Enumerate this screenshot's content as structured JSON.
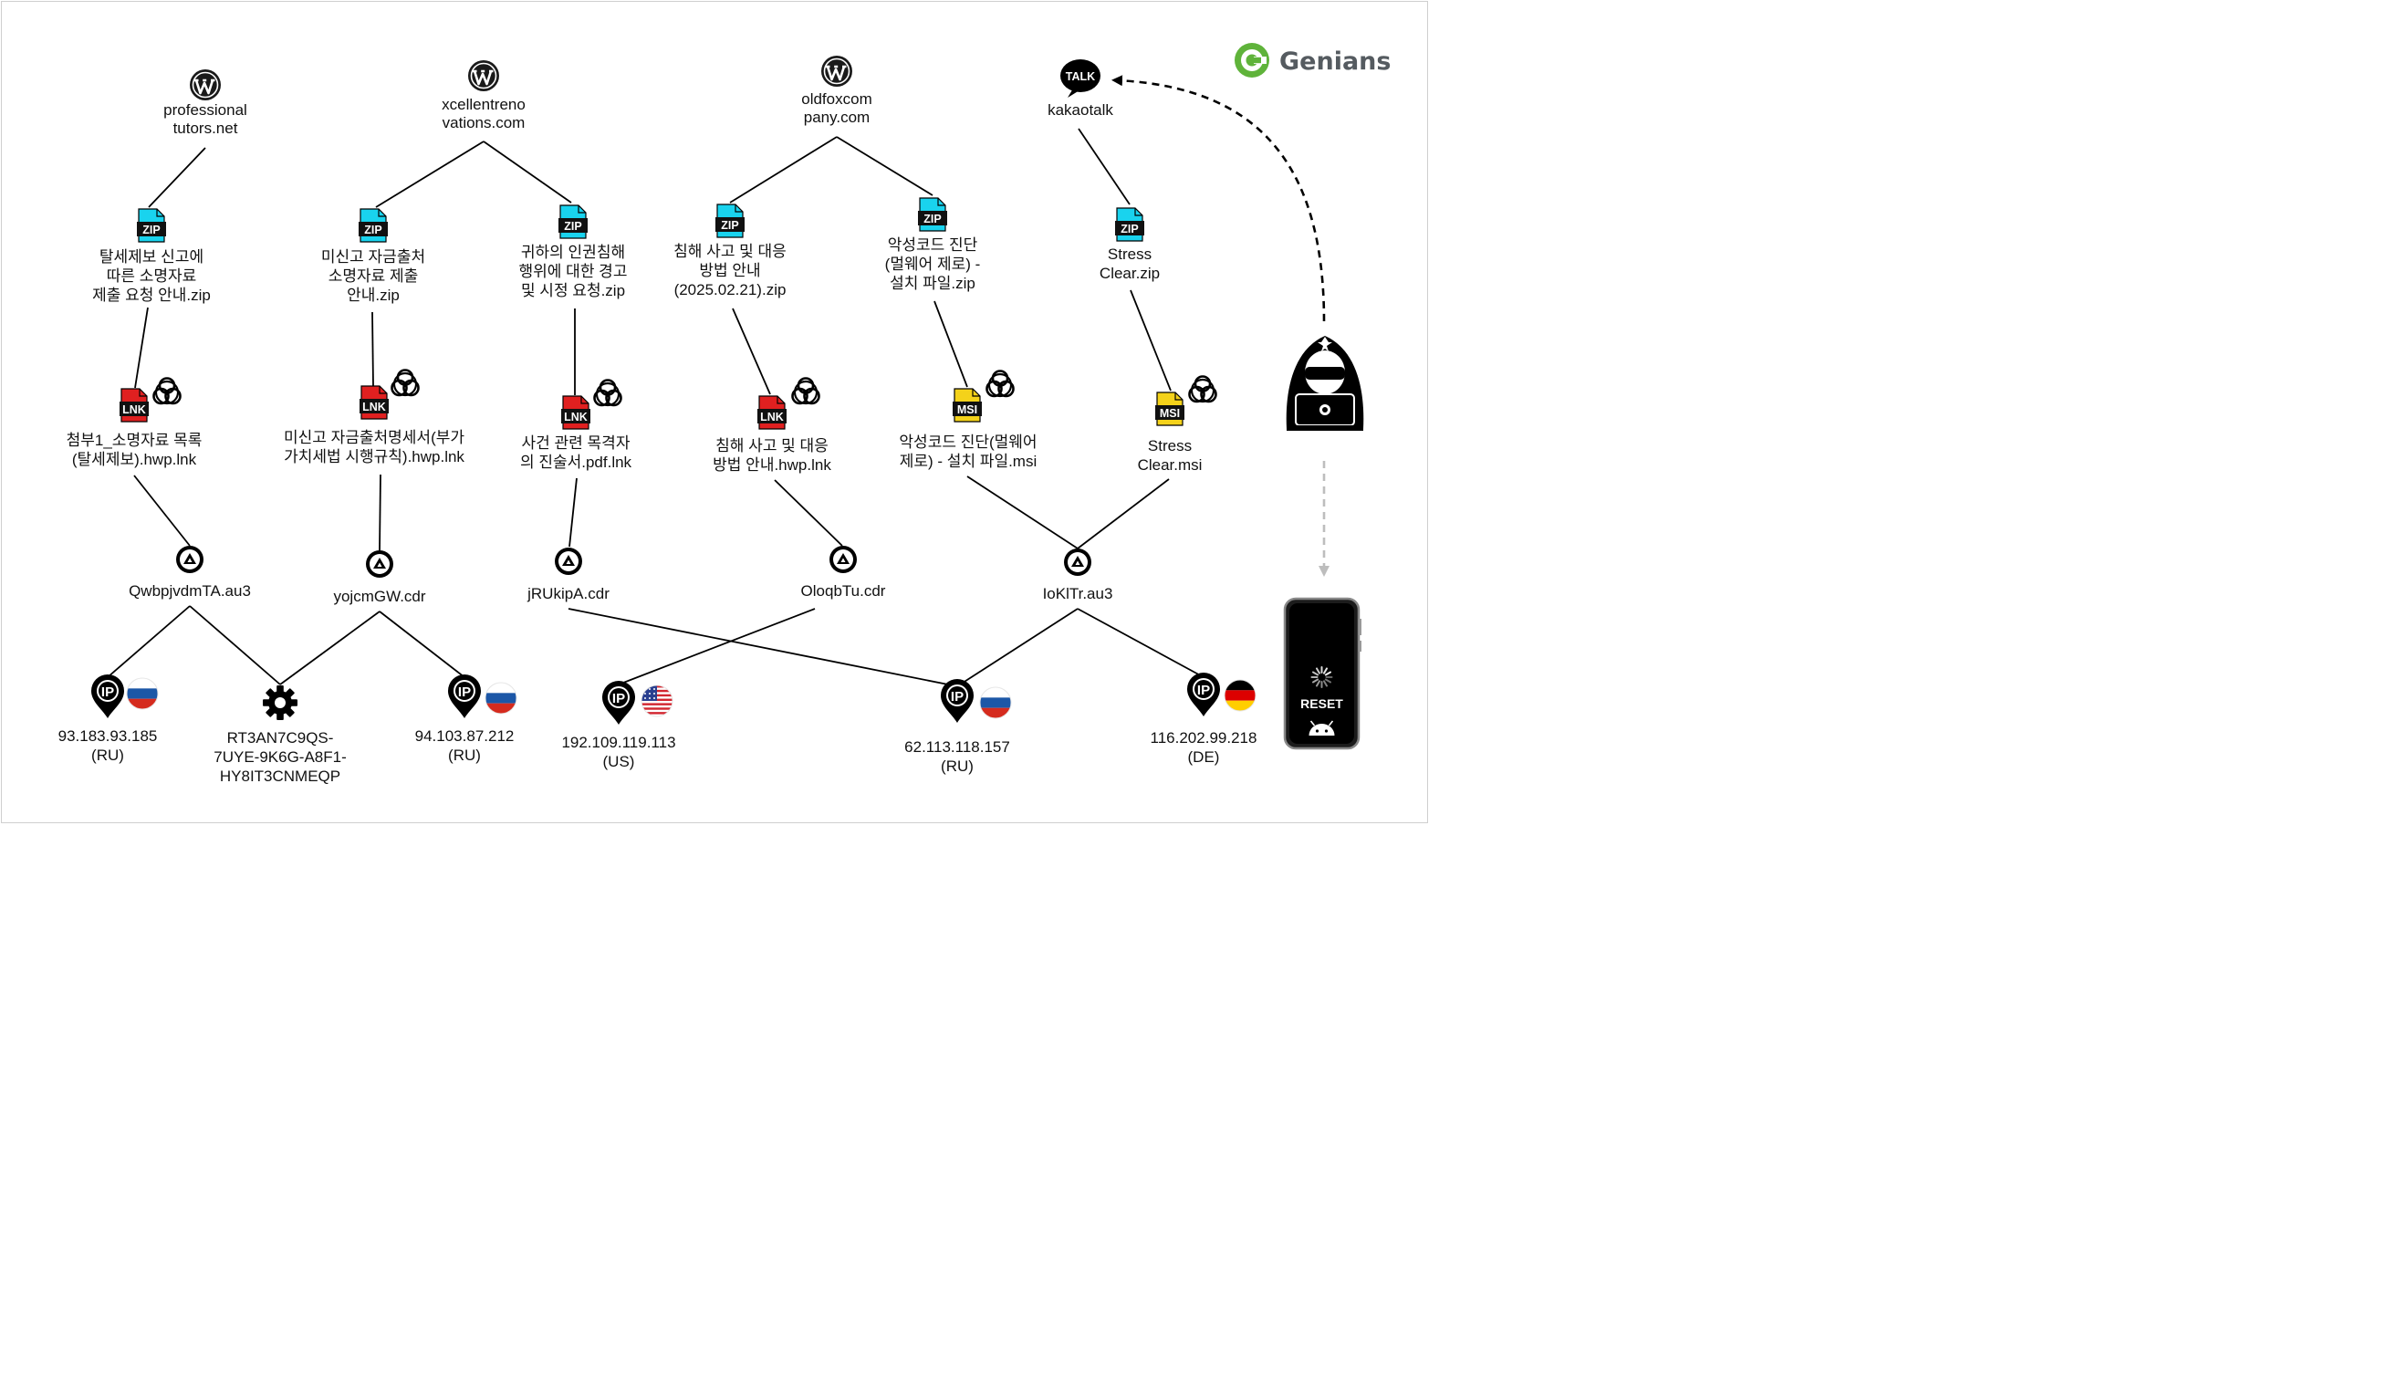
{
  "brand": {
    "name": "Genians",
    "color": "#5fb33a"
  },
  "colors": {
    "zip": "#19d3ee",
    "lnk": "#e02020",
    "msi": "#f4d21a",
    "line": "#000000"
  },
  "sources": [
    {
      "id": "src1",
      "icon": "wordpress-icon",
      "lines": [
        "professional",
        "tutors.net"
      ]
    },
    {
      "id": "src2",
      "icon": "wordpress-icon",
      "lines": [
        "xcellentreno",
        "vations.com"
      ]
    },
    {
      "id": "src3",
      "icon": "wordpress-icon",
      "lines": [
        "oldfoxcom",
        "pany.com"
      ]
    },
    {
      "id": "src4",
      "icon": "kakaotalk-icon",
      "lines": [
        "kakaotalk"
      ]
    }
  ],
  "zips": [
    {
      "badge": "ZIP",
      "lines": [
        "탈세제보 신고에",
        "따른 소명자료",
        "제출 요청 안내.zip"
      ]
    },
    {
      "badge": "ZIP",
      "lines": [
        "미신고 자금출처",
        "소명자료 제출",
        "안내.zip"
      ]
    },
    {
      "badge": "ZIP",
      "lines": [
        "귀하의 인권침해",
        "행위에 대한 경고",
        "및 시정 요청.zip"
      ]
    },
    {
      "badge": "ZIP",
      "lines": [
        "침해 사고 및 대응",
        "방법 안내",
        "(2025.02.21).zip"
      ]
    },
    {
      "badge": "ZIP",
      "lines": [
        "악성코드 진단",
        "(멀웨어 제로) -",
        "설치 파일.zip"
      ]
    },
    {
      "badge": "ZIP",
      "lines": [
        "Stress",
        "Clear.zip"
      ]
    }
  ],
  "payloads": [
    {
      "badge": "LNK",
      "lines": [
        "첨부1_소명자료 목록",
        "(탈세제보).hwp.lnk"
      ]
    },
    {
      "badge": "LNK",
      "lines": [
        "미신고 자금출처명세서(부가",
        "가치세법 시행규칙).hwp.lnk"
      ]
    },
    {
      "badge": "LNK",
      "lines": [
        "사건 관련 목격자",
        "의 진술서.pdf.lnk"
      ]
    },
    {
      "badge": "LNK",
      "lines": [
        "침해 사고 및 대응",
        "방법 안내.hwp.lnk"
      ]
    },
    {
      "badge": "MSI",
      "lines": [
        "악성코드 진단(멀웨어",
        "제로) - 설치 파일.msi"
      ]
    },
    {
      "badge": "MSI",
      "lines": [
        "Stress",
        "Clear.msi"
      ]
    }
  ],
  "scripts": [
    {
      "icon": "autoit-icon",
      "label": "QwbpjvdmTA.au3"
    },
    {
      "icon": "autoit-icon",
      "label": "yojcmGW.cdr"
    },
    {
      "icon": "autoit-icon",
      "label": "jRUkipA.cdr"
    },
    {
      "icon": "autoit-icon",
      "label": "OloqbTu.cdr"
    },
    {
      "icon": "autoit-icon",
      "label": "IoKlTr.au3"
    }
  ],
  "endpoints": [
    {
      "type": "ip",
      "flag": "ru",
      "lines": [
        "93.183.93.185",
        "(RU)"
      ]
    },
    {
      "type": "mutex",
      "icon": "gear-icon",
      "lines": [
        "RT3AN7C9QS-",
        "7UYE-9K6G-A8F1-",
        "HY8IT3CNMEQP"
      ]
    },
    {
      "type": "ip",
      "flag": "ru",
      "lines": [
        "94.103.87.212",
        "(RU)"
      ]
    },
    {
      "type": "ip",
      "flag": "us",
      "lines": [
        "192.109.119.113",
        "(US)"
      ]
    },
    {
      "type": "ip",
      "flag": "ru",
      "lines": [
        "62.113.118.157",
        "(RU)"
      ]
    },
    {
      "type": "ip",
      "flag": "de",
      "lines": [
        "116.202.99.218",
        "(DE)"
      ]
    }
  ],
  "actor": {
    "icon": "hacker-icon"
  },
  "device": {
    "icon": "android-icon",
    "label": "RESET"
  },
  "badges": {
    "talk": "TALK",
    "ip": "IP"
  }
}
